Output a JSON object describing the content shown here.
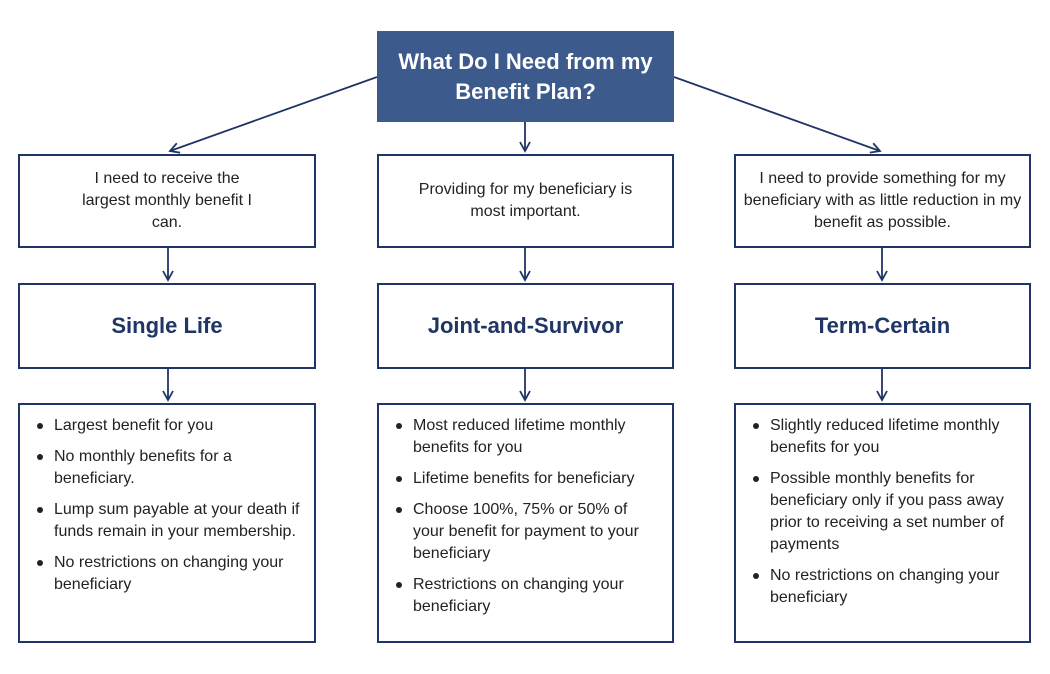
{
  "title": "What Do I Need from my Benefit Plan?",
  "columns": [
    {
      "need": "I need to receive the largest monthly benefit I can.",
      "option": "Single Life",
      "details": [
        "Largest benefit for you",
        "No monthly benefits for a beneficiary.",
        "Lump sum payable at your death if funds remain in your membership.",
        "No restrictions on changing your beneficiary"
      ]
    },
    {
      "need": "Providing for my beneficiary is most important.",
      "option": "Joint-and-Survivor",
      "details": [
        "Most reduced lifetime monthly benefits for you",
        "Lifetime benefits for beneficiary",
        "Choose 100%, 75% or 50% of your benefit for payment to your beneficiary",
        "Restrictions on changing your beneficiary"
      ]
    },
    {
      "need": "I need to provide something for my beneficiary with as little reduction in my benefit as possible.",
      "option": "Term-Certain",
      "details": [
        "Slightly reduced lifetime monthly benefits for you",
        "Possible monthly benefits for beneficiary only if you pass away prior to receiving a set number of payments",
        "No restrictions on changing your beneficiary"
      ]
    }
  ],
  "colors": {
    "title_fill": "#3c5a8c",
    "border": "#1f3566",
    "option_text": "#1f3566"
  }
}
